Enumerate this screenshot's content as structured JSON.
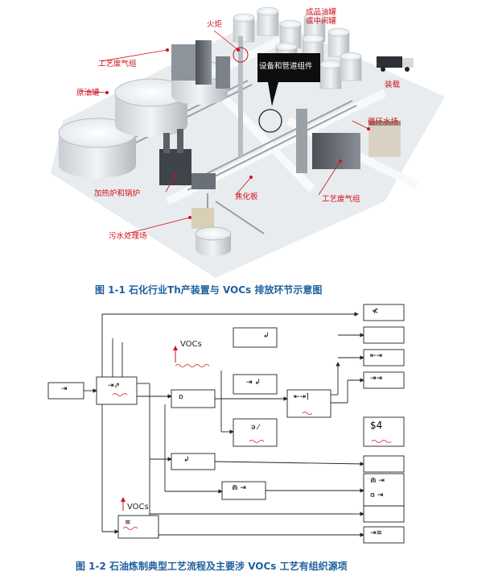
{
  "figure1": {
    "caption": "图 1-1   石化行业Th产装置与 VOCs 排放环节示意图",
    "callouts": {
      "flare": "火炬",
      "product_tank_1": "成品油罐",
      "product_tank_2": "或中间罐",
      "process_waste_gas_top": "工艺废气组",
      "crude_tank": "原油罐",
      "equipment_pipe": "设备和管道组件",
      "loading": "装载",
      "cooling_tower": "循环水场",
      "heating_furnace": "加热炉和锅炉",
      "coker": "焦化板",
      "process_waste_gas_right": "工艺废气组",
      "wastewater": "污水处理场"
    }
  },
  "figure2": {
    "caption": "图 1-2   石油炼制典型工艺流程及主要涉 VOCs 工艺有组织源项",
    "labels": {
      "vocs_1": "VOCs",
      "vocs_2": "VOCs",
      "crude_box": "⇥",
      "cdu_box": "⇥⇗",
      "box_a": "↲",
      "box_b": "⇥ ↲",
      "box_c": "ɒ",
      "box_d": "⇤⇥⌉",
      "box_e": "ə ⁄",
      "box_f": "↲",
      "box_g": "⋒ ⇥",
      "residue_box": "≋",
      "prod_1": "≮",
      "prod_2": "",
      "prod_3": "⇤⇥",
      "prod_4": "⇥⇥",
      "prod_5": "$4",
      "prod_6": "",
      "prod_7": "⋒ ⇥",
      "prod_8": "ɞ ⇥",
      "prod_9": "",
      "prod_10": "⇥≋"
    }
  }
}
